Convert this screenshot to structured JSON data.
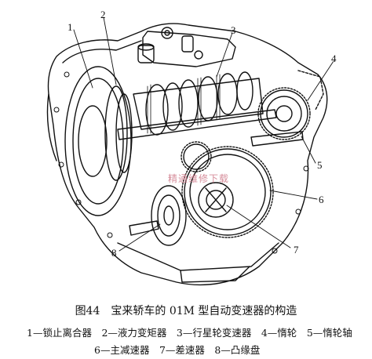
{
  "callouts": [
    {
      "num": "1"
    },
    {
      "num": "2"
    },
    {
      "num": "3"
    },
    {
      "num": "4"
    },
    {
      "num": "5"
    },
    {
      "num": "6"
    },
    {
      "num": "7"
    },
    {
      "num": "8"
    }
  ],
  "caption": "图44　宝来轿车的 01M 型自动变速器的构造",
  "legend_lines": [
    "1—锁止离合器　2—液力变矩器　3—行星轮变速器　4—惰轮　5—惰轮轴",
    "6—主减速器　7—差速器　8—凸缘盘"
  ],
  "watermark": "精通维修下载"
}
